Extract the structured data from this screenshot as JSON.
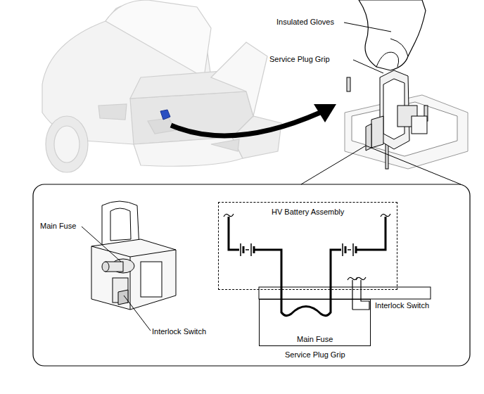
{
  "diagram": {
    "nodes": [
      {
        "text": [
          "HV Battery Assembly"
        ]
      },
      {
        "text": [
          "Main Fuse",
          "Service Plug Grip"
        ]
      }
    ],
    "edges": [
      {
        "from": 0,
        "to": 1,
        "arrow": "none"
      },
      {
        "from": 0,
        "to": 1,
        "arrow": "none"
      }
    ],
    "labels": [
      "Insulated Gloves",
      "Service Plug Grip",
      "Main Fuse",
      "Interlock Switch",
      "Interlock Switch"
    ]
  }
}
